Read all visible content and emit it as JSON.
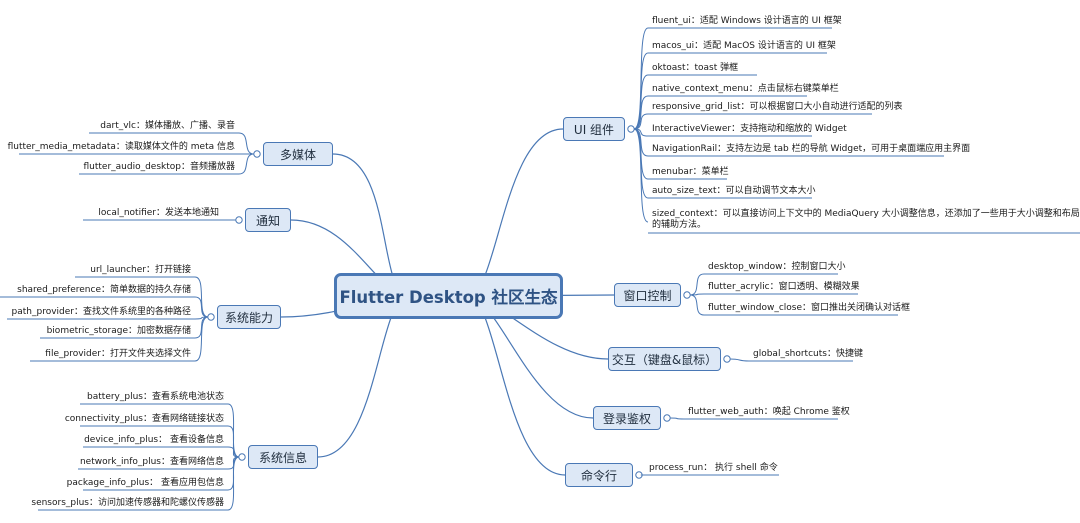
{
  "root": {
    "label": "Flutter Desktop 社区生态"
  },
  "colors": {
    "line": "#4a78b5",
    "node_fill": "#dde8f6",
    "root_text": "#2f5384"
  },
  "branches": {
    "ui": {
      "label": "UI 组件",
      "items": [
        "fluent_ui：适配 Windows 设计语言的 UI 框架",
        "macos_ui：适配 MacOS 设计语言的 UI 框架",
        "oktoast：toast 弹框",
        "native_context_menu：点击鼠标右键菜单栏",
        "responsive_grid_list：可以根据窗口大小自动进行适配的列表",
        "InteractiveViewer：支持拖动和缩放的 Widget",
        "NavigationRail：支持左边是 tab 栏的导航 Widget，可用于桌面端应用主界面",
        "menubar：菜单栏",
        "auto_size_text：可以自动调节文本大小",
        "sized_context：可以直接访问上下文中的 MediaQuery 大小调整信息，还添加了一些用于大小调整和布局的辅助方法。"
      ]
    },
    "window": {
      "label": "窗口控制",
      "items": [
        "desktop_window：控制窗口大小",
        "flutter_acrylic：窗口透明、模糊效果",
        "flutter_window_close：窗口推出关闭确认对话框"
      ]
    },
    "interaction": {
      "label": "交互（键盘&鼠标）",
      "items": [
        "global_shortcuts：快捷键"
      ]
    },
    "login": {
      "label": "登录鉴权",
      "items": [
        "flutter_web_auth：唤起 Chrome 鉴权"
      ]
    },
    "cli": {
      "label": "命令行",
      "items": [
        "process_run： 执行 shell 命令"
      ]
    },
    "media": {
      "label": "多媒体",
      "items": [
        "dart_vlc：媒体播放、广播、录音",
        "flutter_media_metadata：读取媒体文件的 meta 信息",
        "flutter_audio_desktop：音频播放器"
      ]
    },
    "notify": {
      "label": "通知",
      "items": [
        "local_notifier：发送本地通知"
      ]
    },
    "system": {
      "label": "系统能力",
      "items": [
        "url_launcher：打开链接",
        "shared_preference：简单数据的持久存储",
        "path_provider：查找文件系统里的各种路径",
        "biometric_storage：加密数据存储",
        "file_provider：打开文件夹选择文件"
      ]
    },
    "sysinfo": {
      "label": "系统信息",
      "items": [
        "battery_plus：查看系统电池状态",
        "connectivity_plus：查看网络链接状态",
        "device_info_plus： 查看设备信息",
        "network_info_plus：查看网络信息",
        "package_info_plus： 查看应用包信息",
        "sensors_plus：访问加速传感器和陀螺仪传感器"
      ]
    }
  }
}
